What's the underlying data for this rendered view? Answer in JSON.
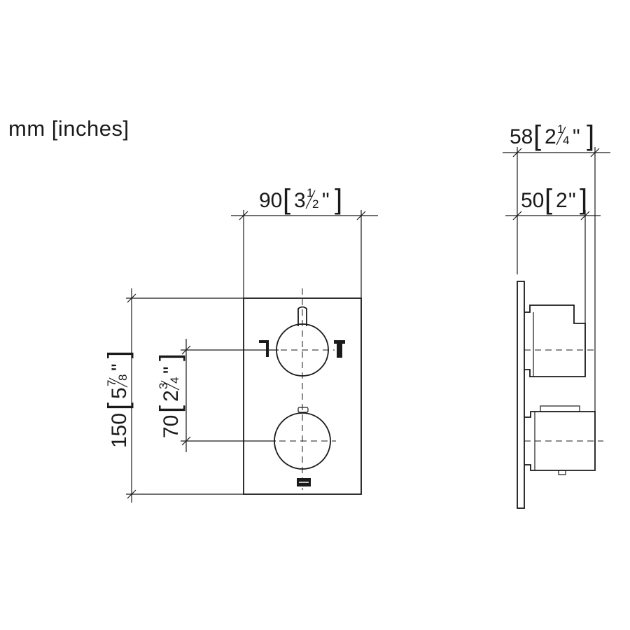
{
  "units_label": "mm [inches]",
  "dimensions": {
    "width": {
      "mm": "90",
      "whole": "3",
      "num": "1",
      "den": "2",
      "suffix": "\""
    },
    "height": {
      "mm": "150",
      "whole": "5",
      "num": "7",
      "den": "8",
      "suffix": "\""
    },
    "spacing": {
      "mm": "70",
      "whole": "2",
      "num": "3",
      "den": "4",
      "suffix": "\""
    },
    "depth_total": {
      "mm": "58",
      "whole": "2",
      "num": "1",
      "den": "4",
      "suffix": "\""
    },
    "depth_body": {
      "mm": "50",
      "whole": "2",
      "suffix": "\""
    }
  }
}
